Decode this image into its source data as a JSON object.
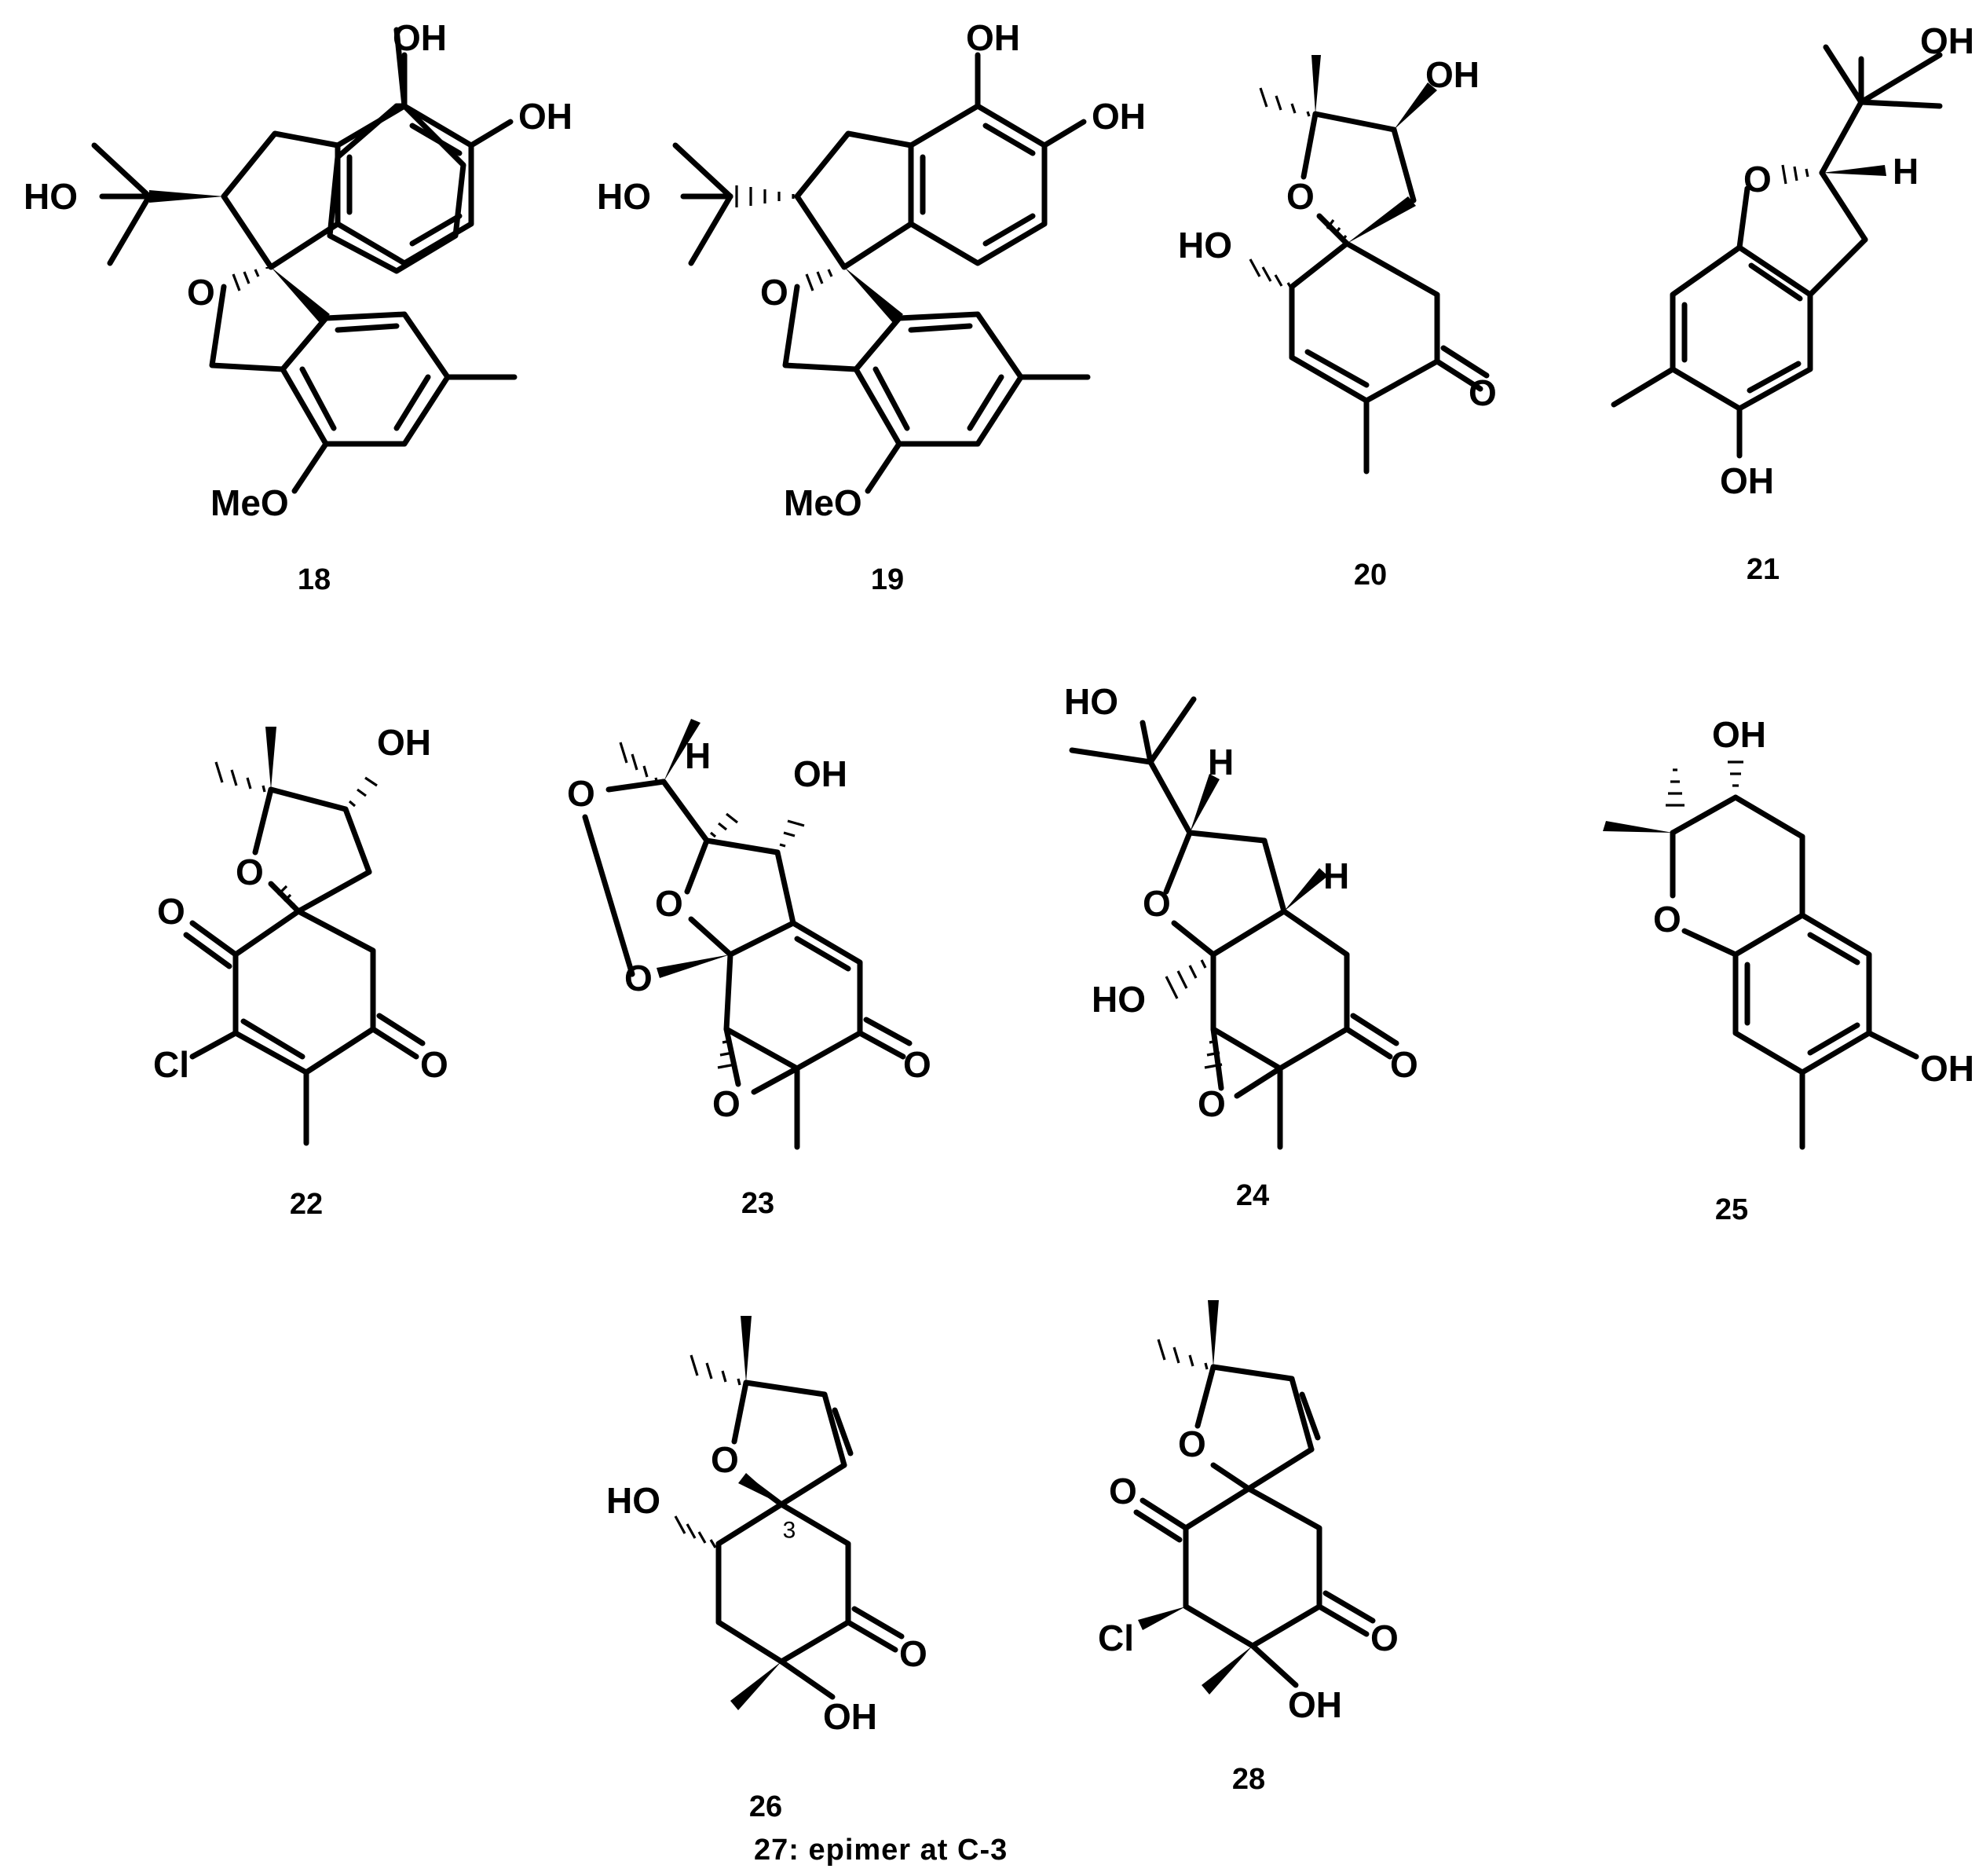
{
  "compounds": [
    {
      "id": "18",
      "label": "18",
      "atoms": {
        "oh1": "OH",
        "oh2": "OH",
        "ho": "HO",
        "o": "O",
        "meo": "MeO"
      }
    },
    {
      "id": "19",
      "label": "19",
      "atoms": {
        "oh1": "OH",
        "oh2": "OH",
        "ho": "HO",
        "o": "O",
        "meo": "MeO"
      }
    },
    {
      "id": "20",
      "label": "20",
      "atoms": {
        "oh": "OH",
        "o": "O",
        "ho": "HO",
        "o2": "O"
      }
    },
    {
      "id": "21",
      "label": "21",
      "atoms": {
        "oh1": "OH",
        "o": "O",
        "h": "H",
        "oh2": "OH"
      }
    },
    {
      "id": "22",
      "label": "22",
      "atoms": {
        "oh": "OH",
        "o": "O",
        "o1": "O",
        "cl": "Cl",
        "o2": "O"
      }
    },
    {
      "id": "23",
      "label": "23",
      "atoms": {
        "o1": "O",
        "h": "H",
        "oh": "OH",
        "o2": "O",
        "o3": "O",
        "o4": "O",
        "o5": "O"
      }
    },
    {
      "id": "24",
      "label": "24",
      "atoms": {
        "ho1": "HO",
        "h1": "H",
        "o1": "O",
        "h2": "H",
        "ho2": "HO",
        "o2": "O",
        "o3": "O"
      }
    },
    {
      "id": "25",
      "label": "25",
      "atoms": {
        "oh1": "OH",
        "o": "O",
        "oh2": "OH"
      }
    },
    {
      "id": "26",
      "label": "26",
      "atoms": {
        "o1": "O",
        "ho": "HO",
        "locant": "3",
        "o2": "O",
        "oh": "OH"
      }
    },
    {
      "id": "28",
      "label": "28",
      "atoms": {
        "o1": "O",
        "o2": "O",
        "cl": "Cl",
        "o3": "O",
        "oh": "OH"
      }
    }
  ],
  "note": "27: epimer at C-3"
}
